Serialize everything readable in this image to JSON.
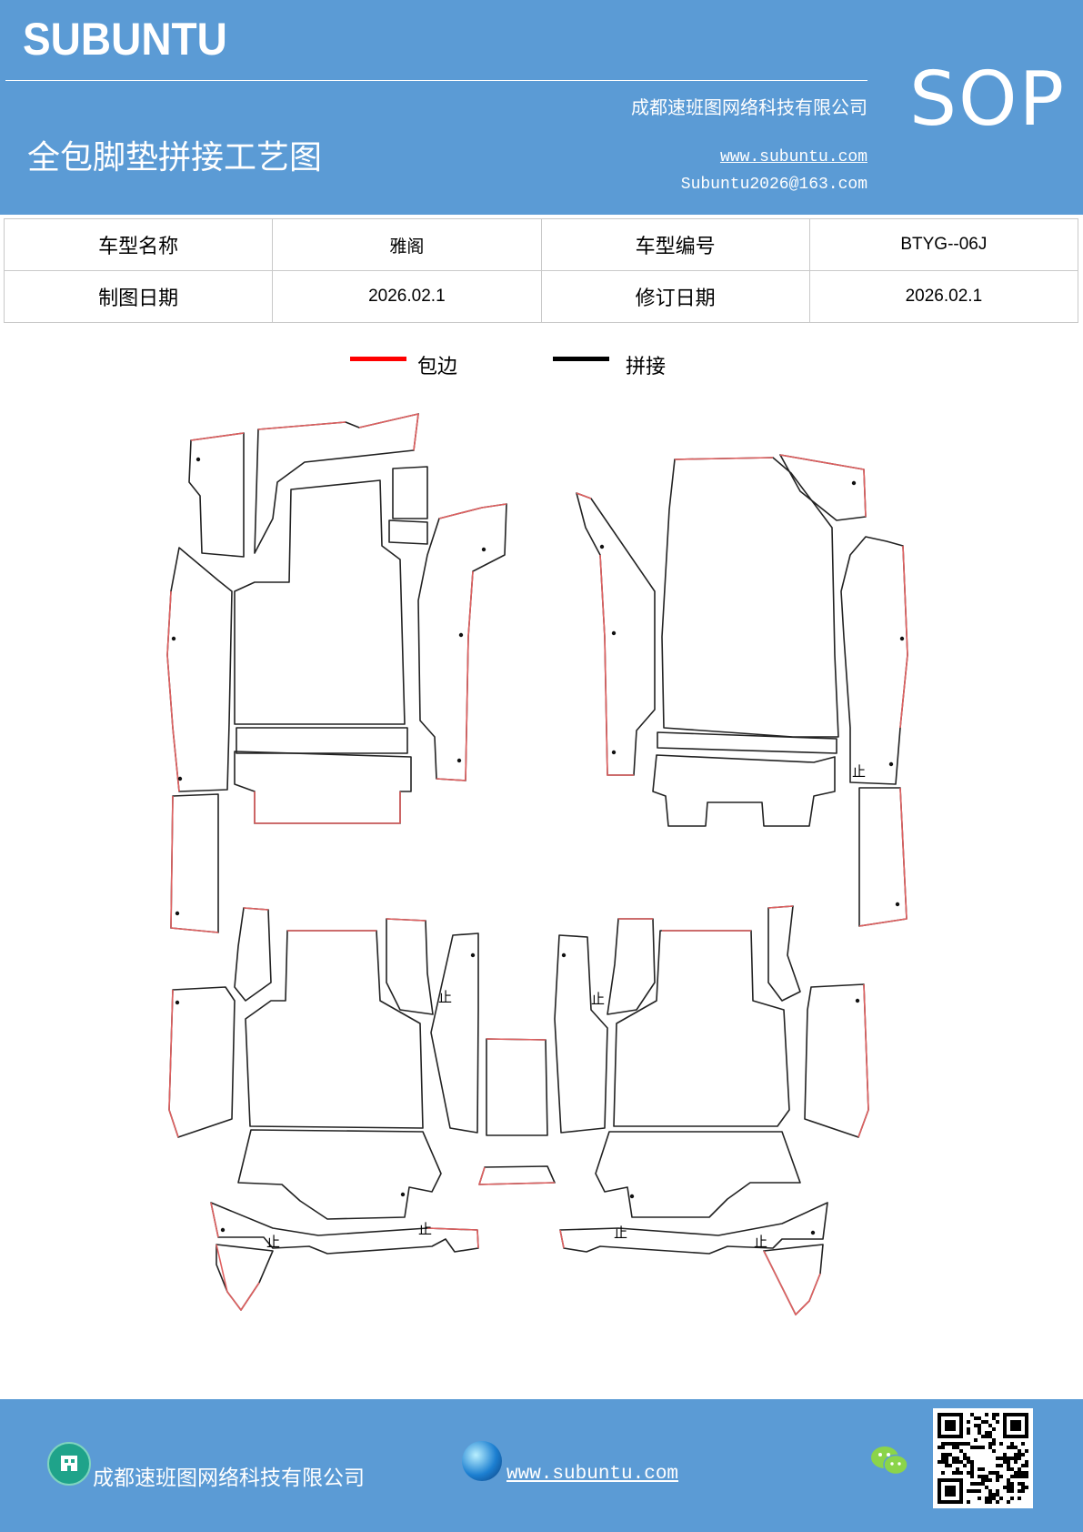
{
  "header": {
    "brand": "SUBUNTU",
    "company": "成都速班图网络科技有限公司",
    "title": "全包脚垫拼接工艺图",
    "website": "www.subuntu.com",
    "email": "Subuntu2026@163.com",
    "badge": "SOP"
  },
  "info": {
    "model_name_label": "车型名称",
    "model_name_value": "雅阁",
    "model_code_label": "车型编号",
    "model_code_value": "BTYG--06J",
    "draw_date_label": "制图日期",
    "draw_date_value": "2026.02.1",
    "revise_date_label": "修订日期",
    "revise_date_value": "2026.02.1"
  },
  "legend": {
    "edge_label": "包边",
    "edge_color": "#ff0000",
    "joint_label": "拼接",
    "joint_color": "#000000"
  },
  "drawing": {
    "stop_mark": "止"
  },
  "footer": {
    "company": "成都速班图网络科技有限公司",
    "website": "www.subuntu.com"
  },
  "icons": [
    "building-icon",
    "globe-icon",
    "wechat-icon",
    "qr-code"
  ]
}
